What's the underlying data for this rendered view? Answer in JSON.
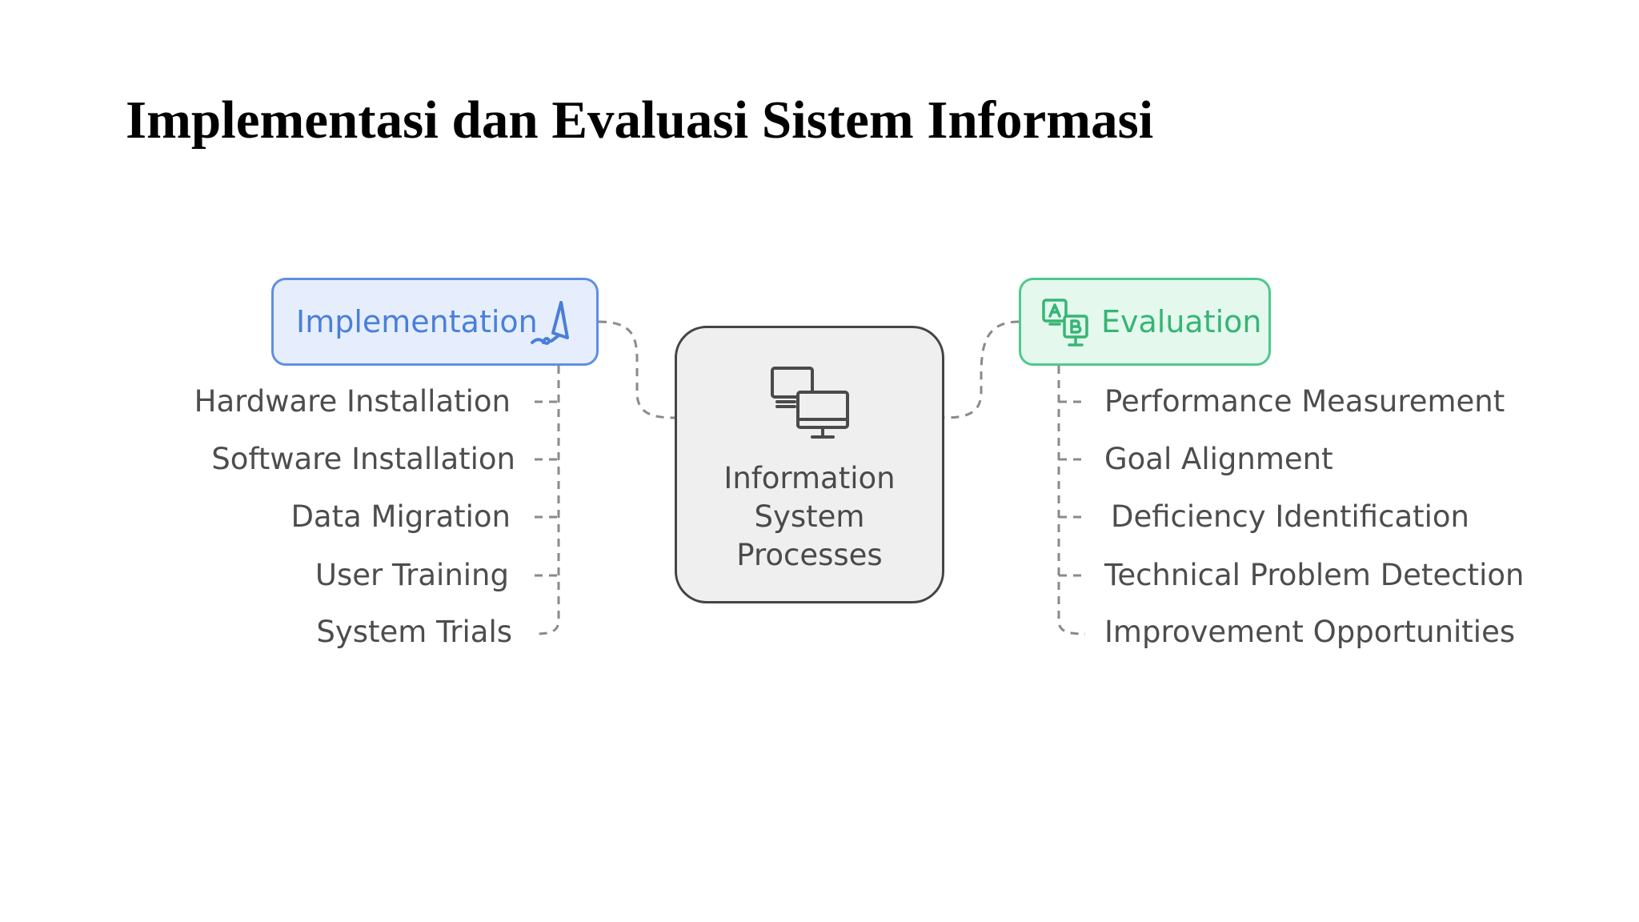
{
  "title": "Implementasi dan Evaluasi Sistem Informasi",
  "center": {
    "label_lines": [
      "Information",
      "System",
      "Processes"
    ],
    "icon": "computers-icon"
  },
  "implementation": {
    "label": "Implementation",
    "icon": "pen-tablet-icon",
    "color": "#5f8fe0",
    "items": [
      "Hardware Installation",
      "Software Installation",
      "Data Migration",
      "User Training",
      "System Trials"
    ]
  },
  "evaluation": {
    "label": "Evaluation",
    "icon": "ab-test-icon",
    "color": "#4cc98c",
    "items": [
      "Performance Measurement",
      "Goal Alignment",
      "Deficiency Identification",
      "Technical Problem Detection",
      "Improvement Opportunities"
    ]
  }
}
